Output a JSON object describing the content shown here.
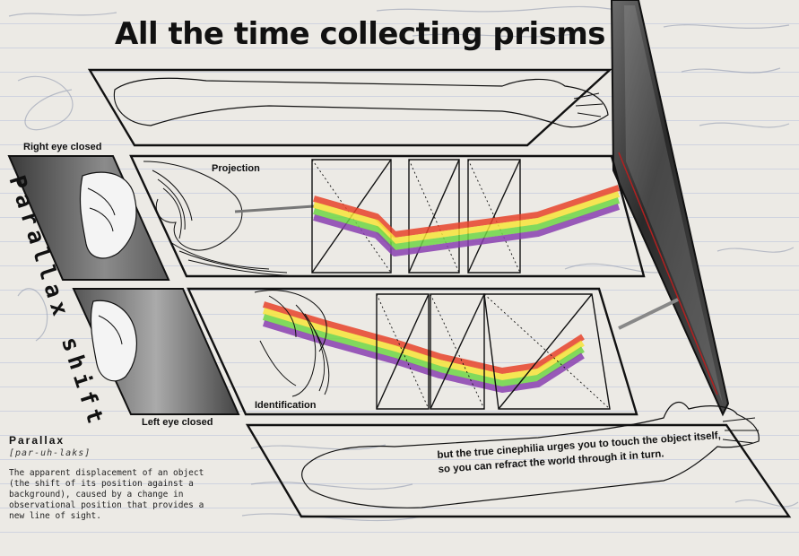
{
  "title": "All the time collecting prisms",
  "side_title": "Parallax shift",
  "panel_labels": {
    "right_eye": "Right eye closed",
    "left_eye": "Left eye closed",
    "projection": "Projection",
    "identification": "Identification"
  },
  "definition": {
    "term": "Parallax",
    "pronunciation": "[par-uh-laks]",
    "text": "The apparent displacement of an object (the shift of its position against a background), caused by a change in observational position that provides a new line of sight."
  },
  "caption": {
    "line1": "but the true cinephilia urges you to touch the object itself,",
    "line2": "so you can refract the world through it in turn."
  },
  "colors": {
    "ink": "#111111",
    "spectrum": [
      "#e8432a",
      "#f7e43a",
      "#6fd645",
      "#8a3fb0"
    ],
    "film": "#0c0c0c"
  }
}
